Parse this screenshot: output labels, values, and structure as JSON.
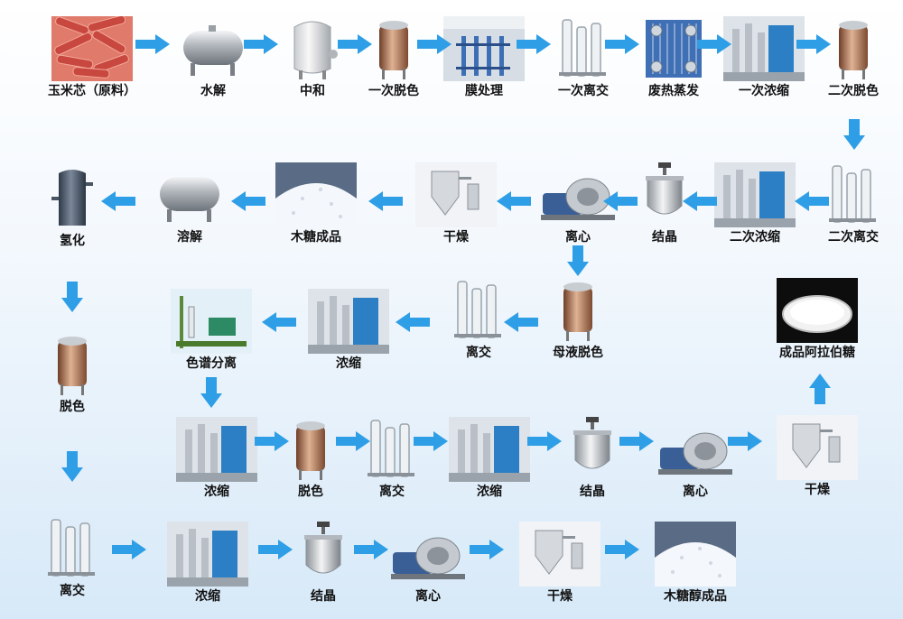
{
  "colors": {
    "arrow": "#2e9ee6",
    "steel": "#c9cdd2",
    "copper": "#b87a55",
    "panel": "#2c7fc4"
  },
  "steps": {
    "s1": {
      "label": "玉米芯（原料）",
      "icon": "corn-cob-raw-material"
    },
    "s2": {
      "label": "水解",
      "icon": "horizontal-tank"
    },
    "s3": {
      "label": "中和",
      "icon": "vertical-tank"
    },
    "s4": {
      "label": "一次脱色",
      "icon": "decolorization-tank"
    },
    "s5": {
      "label": "膜处理",
      "icon": "membrane-unit"
    },
    "s6": {
      "label": "一次离交",
      "icon": "ion-exchange-columns"
    },
    "s7": {
      "label": "废热蒸发",
      "icon": "plate-heat-exchanger"
    },
    "s8": {
      "label": "一次浓缩",
      "icon": "evaporator-skid"
    },
    "s9": {
      "label": "二次脱色",
      "icon": "decolorization-tank"
    },
    "s10": {
      "label": "二次离交",
      "icon": "ion-exchange-columns"
    },
    "s11": {
      "label": "二次浓缩",
      "icon": "evaporator-skid"
    },
    "s12": {
      "label": "结晶",
      "icon": "crystallizer-reactor"
    },
    "s13": {
      "label": "离心",
      "icon": "centrifuge"
    },
    "s14": {
      "label": "干燥",
      "icon": "spray-dryer"
    },
    "s15": {
      "label": "木糖成品",
      "icon": "white-crystals"
    },
    "s16": {
      "label": "溶解",
      "icon": "horizontal-tank"
    },
    "s17": {
      "label": "氢化",
      "icon": "hydrogenation-reactor"
    },
    "s18": {
      "label": "母液脱色",
      "icon": "decolorization-tank"
    },
    "s19": {
      "label": "离交",
      "icon": "ion-exchange-columns"
    },
    "s20": {
      "label": "浓缩",
      "icon": "evaporator-skid"
    },
    "s21": {
      "label": "色谱分离",
      "icon": "chromatography-system"
    },
    "s22": {
      "label": "成品阿拉伯糖",
      "icon": "white-powder-dish"
    },
    "s23": {
      "label": "脱色",
      "icon": "decolorization-tank"
    },
    "s24": {
      "label": "浓缩",
      "icon": "evaporator-skid"
    },
    "s25": {
      "label": "脱色",
      "icon": "decolorization-tank"
    },
    "s26": {
      "label": "离交",
      "icon": "ion-exchange-columns"
    },
    "s27": {
      "label": "浓缩",
      "icon": "evaporator-skid"
    },
    "s28": {
      "label": "结晶",
      "icon": "crystallizer-reactor"
    },
    "s29": {
      "label": "离心",
      "icon": "centrifuge"
    },
    "s30": {
      "label": "干燥",
      "icon": "spray-dryer"
    },
    "s31": {
      "label": "离交",
      "icon": "ion-exchange-columns"
    },
    "s32": {
      "label": "浓缩",
      "icon": "evaporator-skid"
    },
    "s33": {
      "label": "结晶",
      "icon": "crystallizer-reactor"
    },
    "s34": {
      "label": "离心",
      "icon": "centrifuge"
    },
    "s35": {
      "label": "干燥",
      "icon": "spray-dryer"
    },
    "s36": {
      "label": "木糖醇成品",
      "icon": "white-crystals"
    }
  }
}
